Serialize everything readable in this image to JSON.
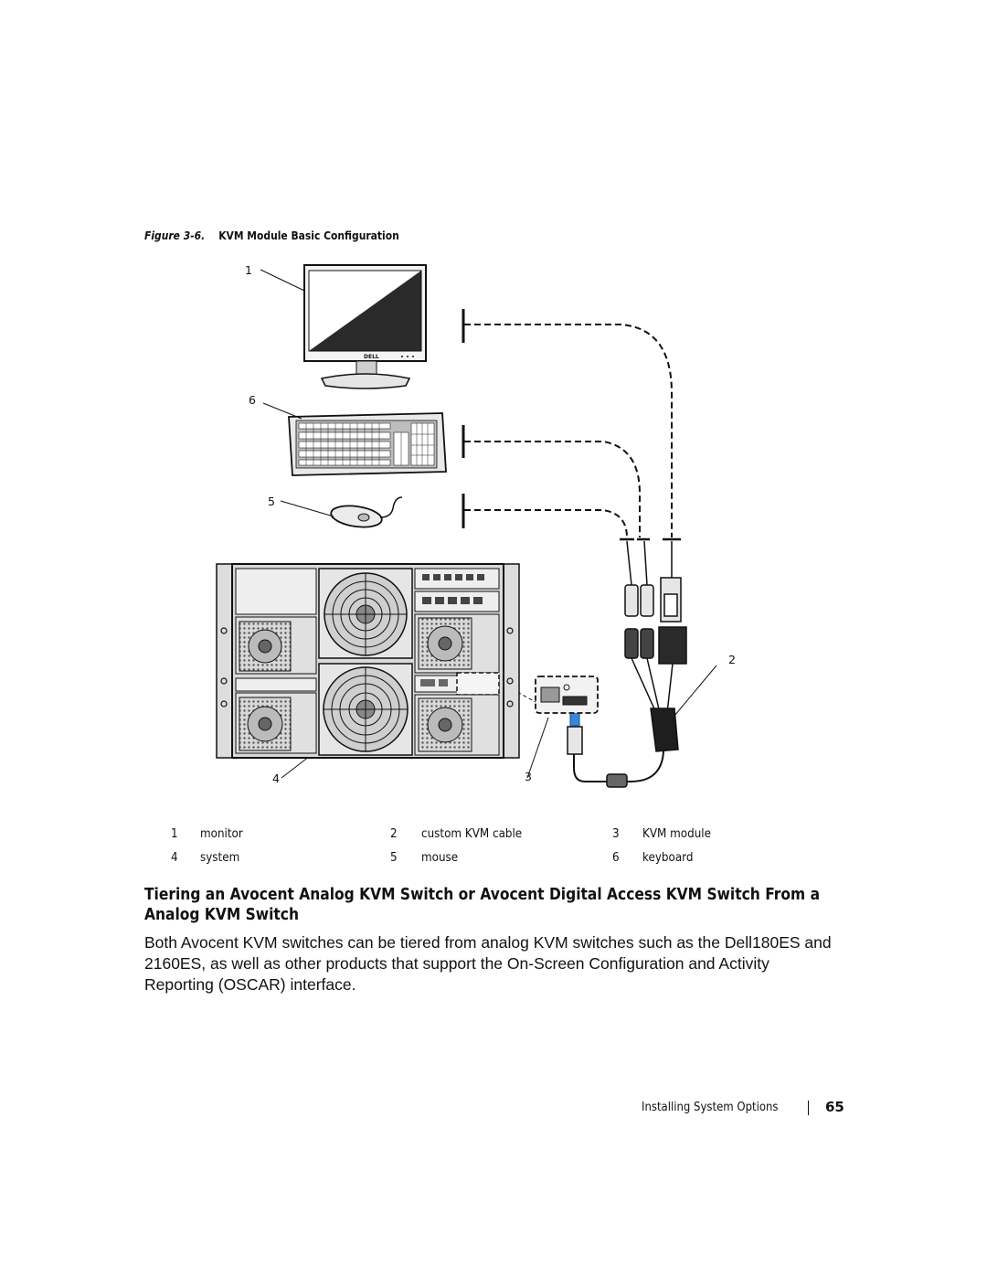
{
  "figure": {
    "label": "Figure 3-6.",
    "title": "KVM Module Basic Configuration",
    "monitor_logo": "DELL",
    "callouts": [
      "1",
      "6",
      "5",
      "2",
      "4",
      "3"
    ],
    "legend": [
      {
        "num": "1",
        "text": "monitor"
      },
      {
        "num": "2",
        "text": "custom KVM cable"
      },
      {
        "num": "3",
        "text": "KVM module"
      },
      {
        "num": "4",
        "text": "system"
      },
      {
        "num": "5",
        "text": "mouse"
      },
      {
        "num": "6",
        "text": "keyboard"
      }
    ],
    "colors": {
      "arrow": "#3a86d8",
      "line": "#111111"
    }
  },
  "section": {
    "heading": "Tiering an Avocent Analog KVM Switch or Avocent Digital Access KVM Switch From a Analog KVM Switch",
    "body": "Both Avocent KVM switches can be tiered from analog KVM switches such as the Dell180ES and 2160ES, as well as other products that support the On-Screen Configuration and Activity Reporting (OSCAR) interface."
  },
  "footer": {
    "title": "Installing System Options",
    "page": "65"
  }
}
